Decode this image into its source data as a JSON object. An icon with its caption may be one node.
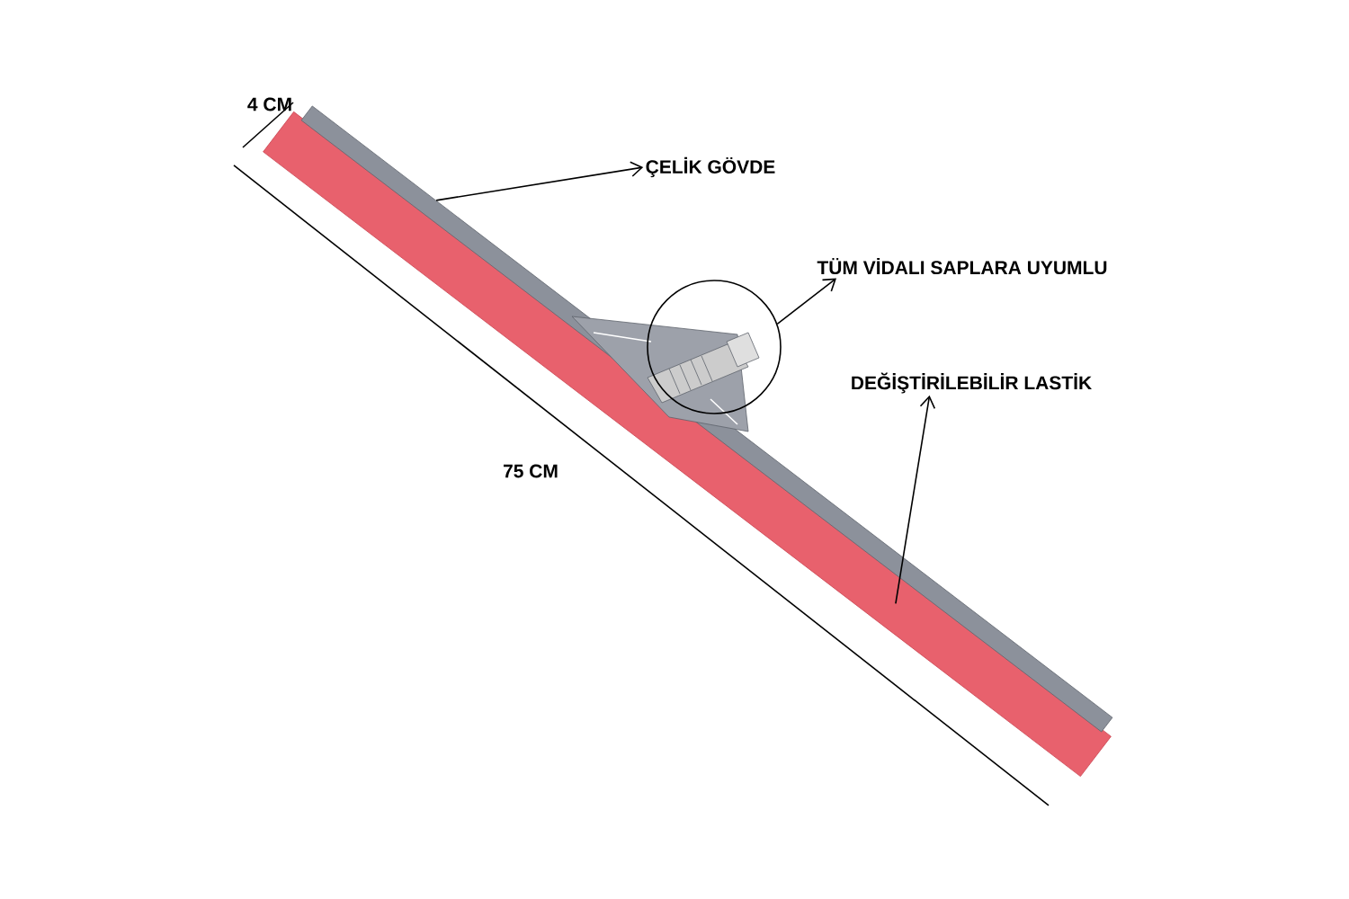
{
  "diagram": {
    "nodes": [
      {
        "text": [
          "ÇELİK GÖVDE"
        ]
      },
      {
        "text": [],
        "shape": "picture"
      },
      {
        "text": [
          "TÜM VİDALI SAPLARA UYUMLU"
        ]
      },
      {
        "text": [],
        "shape": "circle"
      },
      {
        "text": [
          "DEĞİŞTİRİLEBİLİR LASTİK"
        ]
      },
      {
        "text": [],
        "shape": "picture"
      }
    ],
    "edges": [
      {
        "from": 1,
        "to": 0,
        "arrow": "to"
      },
      {
        "from": 3,
        "to": 2,
        "arrow": "to"
      },
      {
        "from": 5,
        "to": 4,
        "arrow": "to"
      }
    ],
    "labels": [
      "4 CM",
      "75 CM"
    ]
  }
}
